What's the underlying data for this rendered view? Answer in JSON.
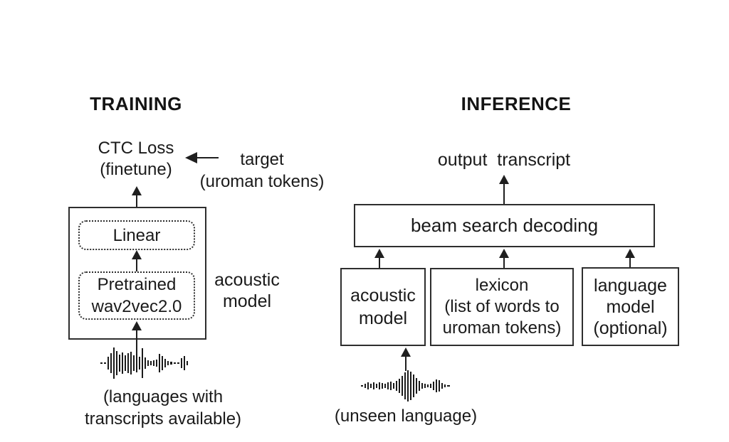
{
  "colors": {
    "background": "#ffffff",
    "text": "#1a1a1a",
    "line": "#2e2e2e"
  },
  "training": {
    "title": "TRAINING",
    "ctc_loss": {
      "line1": "CTC Loss",
      "line2": "(finetune)"
    },
    "target": {
      "line1": "target",
      "line2": "(uroman tokens)"
    },
    "linear_label": "Linear",
    "pretrained": {
      "line1": "Pretrained",
      "line2": "wav2vec2.0"
    },
    "acoustic_model_label": {
      "line1": "acoustic",
      "line2": "model"
    },
    "waveform_icon": "audio-waveform-icon",
    "caption": {
      "line1": "(languages with",
      "line2": "transcripts available)"
    }
  },
  "inference": {
    "title": "INFERENCE",
    "output_label": "output  transcript",
    "beam_label": "beam search decoding",
    "boxes": [
      {
        "lines": [
          "acoustic",
          "model"
        ]
      },
      {
        "lines": [
          "lexicon",
          "(list of words to",
          "uroman tokens)"
        ]
      },
      {
        "lines": [
          "language",
          "model",
          "(optional)"
        ]
      }
    ],
    "waveform_icon": "audio-waveform-icon",
    "caption": "(unseen language)"
  }
}
